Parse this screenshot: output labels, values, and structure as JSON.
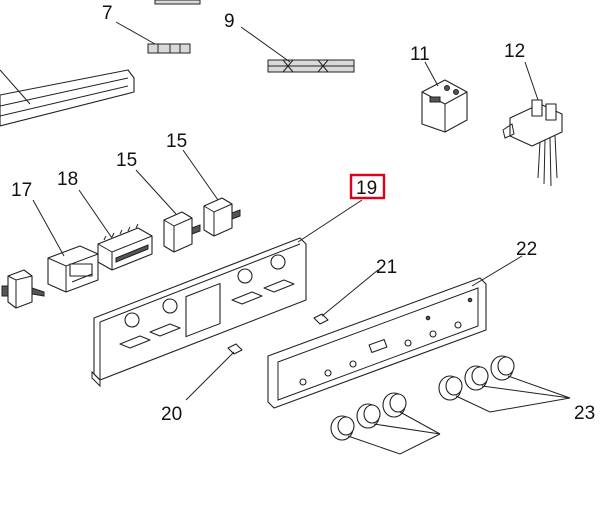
{
  "callouts": {
    "c7": "7",
    "c9": "9",
    "c11": "11",
    "c12": "12",
    "c15a": "15",
    "c15b": "15",
    "c17": "17",
    "c18": "18",
    "c19": "19",
    "c20": "20",
    "c21": "21",
    "c22": "22",
    "c23": "23"
  },
  "highlight": {
    "part": "19",
    "color": "#e0001b"
  }
}
